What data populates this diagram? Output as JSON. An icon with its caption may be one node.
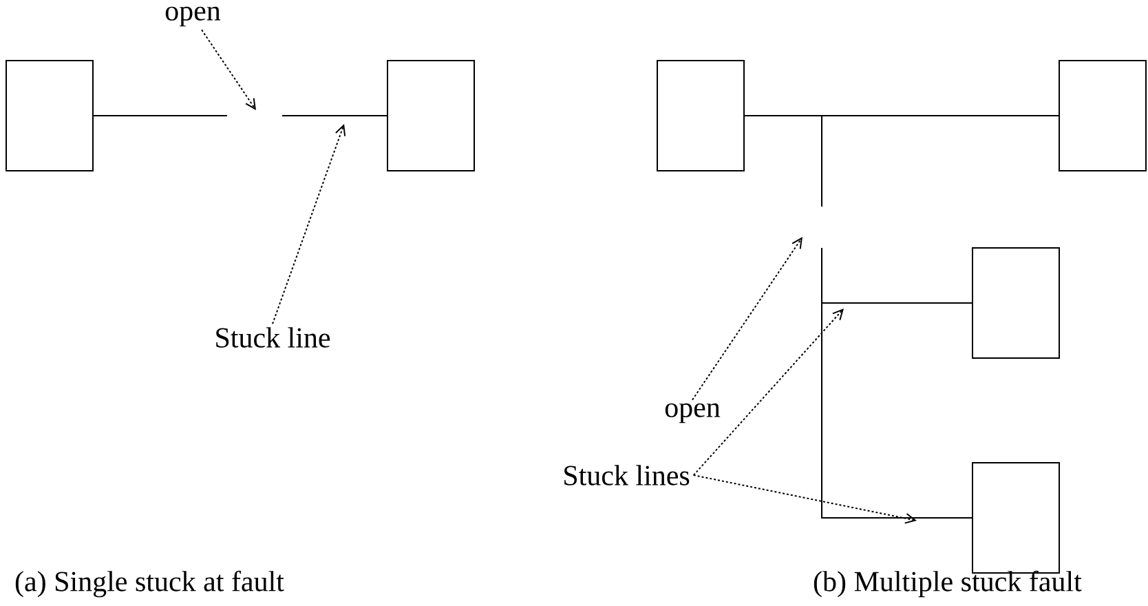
{
  "diagram": {
    "nodes": [
      {
        "text": [],
        "shape": "box"
      },
      {
        "text": [],
        "shape": "box"
      },
      {
        "text": [
          "open"
        ]
      },
      {
        "text": [
          "Stuck line"
        ]
      },
      {
        "text": [],
        "shape": "box"
      },
      {
        "text": [],
        "shape": "box"
      },
      {
        "text": [],
        "shape": "box"
      },
      {
        "text": [],
        "shape": "box"
      },
      {
        "text": [
          "open"
        ]
      },
      {
        "text": [
          "Stuck lines"
        ]
      }
    ],
    "edges": [
      {
        "from": 0,
        "to": null,
        "arrow": "none"
      },
      {
        "from": null,
        "to": 1,
        "arrow": "none"
      },
      {
        "from": 2,
        "to": null,
        "arrow": "to",
        "style": "dashed"
      },
      {
        "from": 3,
        "to": null,
        "arrow": "to",
        "style": "dashed"
      },
      {
        "from": 4,
        "to": 5,
        "arrow": "none"
      },
      {
        "from": 4,
        "to": null,
        "arrow": "none"
      },
      {
        "from": null,
        "to": 6,
        "arrow": "none"
      },
      {
        "from": 6,
        "to": 7,
        "arrow": "none"
      },
      {
        "from": 8,
        "to": null,
        "arrow": "to",
        "style": "dashed"
      },
      {
        "from": 9,
        "to": null,
        "arrow": "to",
        "style": "dashed"
      },
      {
        "from": 9,
        "to": null,
        "arrow": "to",
        "style": "dashed"
      }
    ],
    "labels": [
      "(a) Single stuck at fault",
      "(b) Multiple stuck fault"
    ]
  }
}
